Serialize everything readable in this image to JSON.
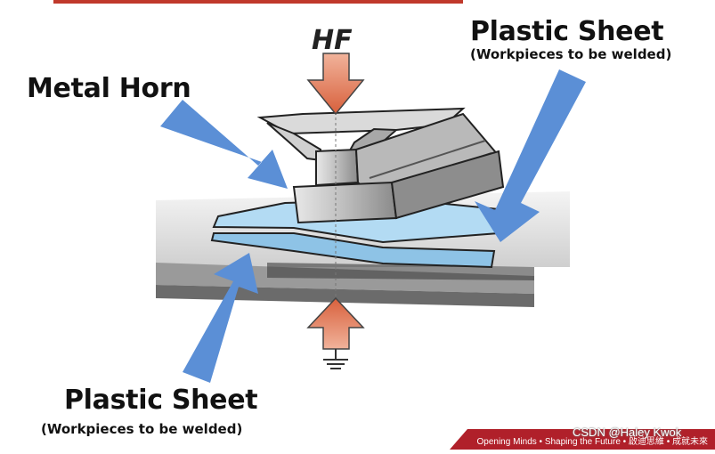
{
  "labels": {
    "metal_horn": "Metal Horn",
    "plastic_sheet_top": "Plastic Sheet",
    "plastic_sheet_top_sub": "(Workpieces to be welded)",
    "plastic_sheet_bottom": "Plastic Sheet",
    "plastic_sheet_bottom_sub": "(Workpieces to be welded)",
    "force": "HF"
  },
  "footer": {
    "tagline": "Opening Minds • Shaping the Future • 啟迪思維 • 成就未來",
    "watermark": "CSDN @Haley Kwok"
  },
  "colors": {
    "pointer_arrow": "#5b8fd6",
    "force_arrow": "#e07a55",
    "plastic_sheet": "#a9d3ef",
    "footer_band": "#b0202a"
  }
}
